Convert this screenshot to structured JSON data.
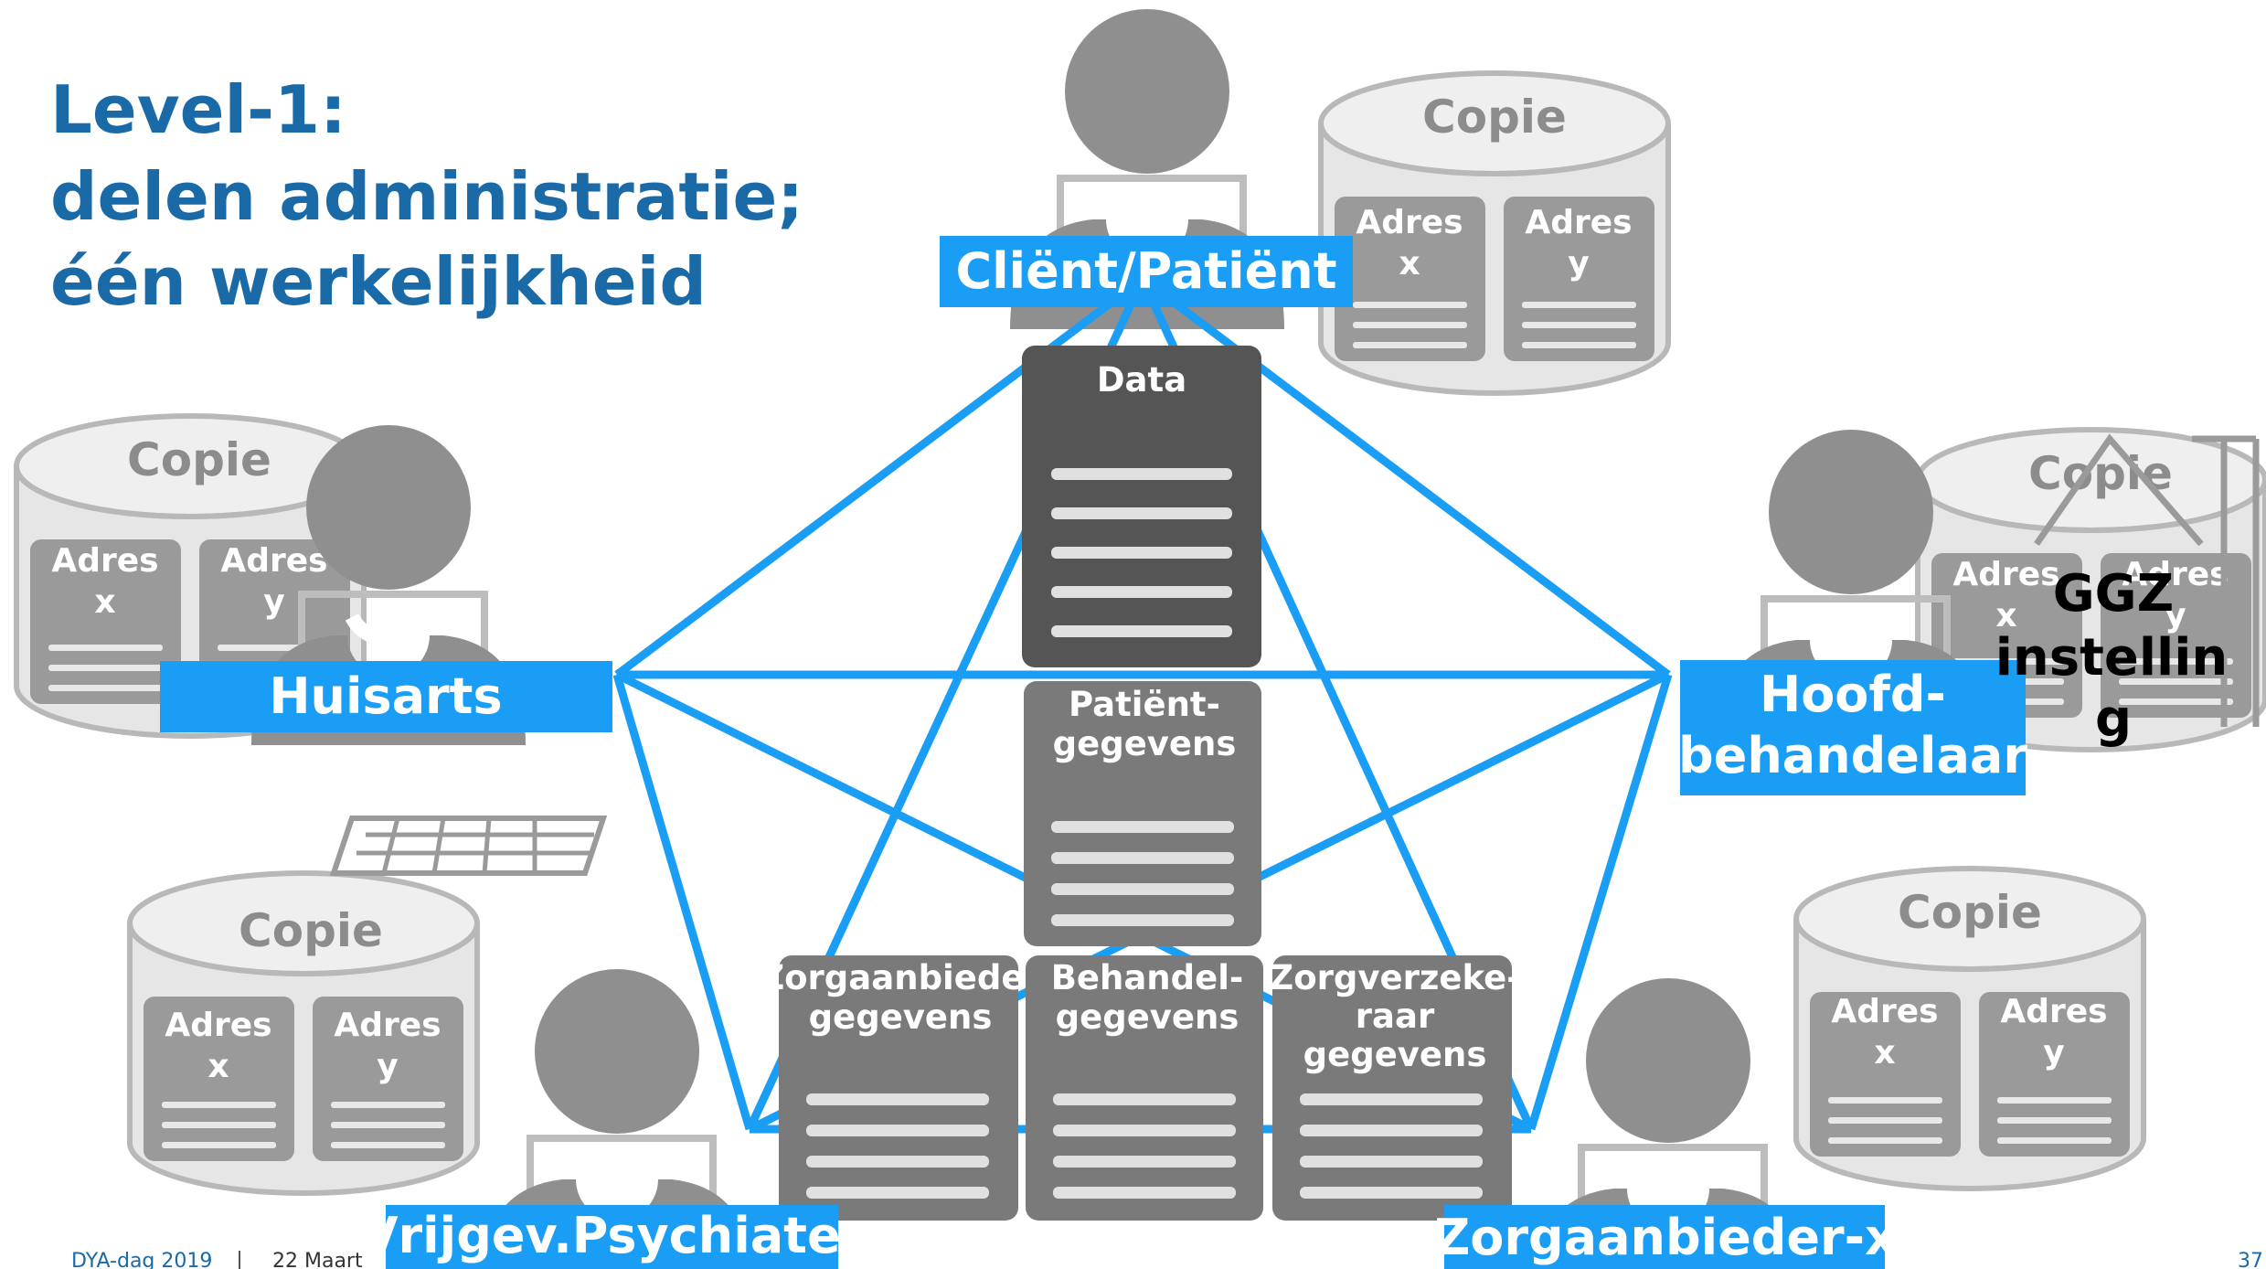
{
  "title": {
    "line1": "Level-1:",
    "line2": "delen administratie;",
    "line3": "één werkelijkheid"
  },
  "copies": [
    {
      "label": "Copie",
      "adres_x": [
        "Adres",
        "x"
      ],
      "adres_y": [
        "Adres",
        "y"
      ]
    }
  ],
  "copy_top": {
    "label": "Copie",
    "ax1": "Adres",
    "ax2": "x",
    "ay1": "Adres",
    "ay2": "y"
  },
  "copy_left": {
    "label": "Copie",
    "ax1": "Adres",
    "ax2": "x",
    "ay1": "Adres",
    "ay2": "y"
  },
  "copy_right": {
    "label": "Copie",
    "ax1": "Adres",
    "ax2": "x",
    "ay1": "Adres",
    "ay2": "y"
  },
  "copy_bottom_left": {
    "label": "Copie",
    "ax1": "Adres",
    "ax2": "x",
    "ay1": "Adres",
    "ay2": "y"
  },
  "copy_bottom_right": {
    "label": "Copie",
    "ax1": "Adres",
    "ax2": "x",
    "ay1": "Adres",
    "ay2": "y"
  },
  "roles": {
    "client": "Cliënt/Patiënt",
    "huisarts": "Huisarts",
    "hoofd_line1": "Hoofd-",
    "hoofd_line2": "behandelaar",
    "psychiater": "Vrijgev.Psychiater",
    "zorgaanbieder": "Zorgaanbieder-x"
  },
  "ggz": {
    "line1": "GGZ",
    "line2": "instellin",
    "line3": "g"
  },
  "documents": {
    "data": "Data",
    "patient_line1": "Patiënt-",
    "patient_line2": "gegevens",
    "zorgaanbieder_line1": "Zorgaanbieder",
    "zorgaanbieder_line2": "gegevens",
    "behandel_line1": "Behandel-",
    "behandel_line2": "gegevens",
    "zorgverzekeraar_line1": "Zorgverzeke-",
    "zorgverzekeraar_line2": "raar",
    "zorgverzekeraar_line3": "gegevens"
  },
  "footer": {
    "event": "DYA-dag 2019",
    "date": "22 Maart",
    "page": "37"
  },
  "colors": {
    "accent_blue": "#1a9ef5",
    "title_blue": "#1a6aa8",
    "doc_dark": "#555555",
    "doc_mid": "#7a7a7a",
    "copy_gray": "#cfcfcf",
    "person_gray": "#8f8f8f"
  }
}
